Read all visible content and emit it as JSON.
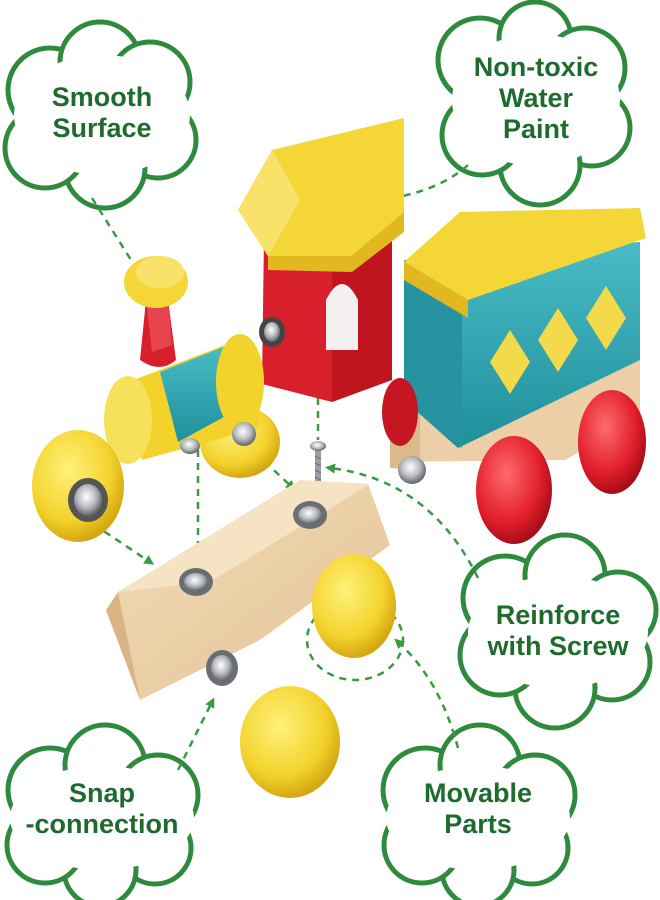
{
  "colors": {
    "callout_border": "#2e8b3e",
    "callout_text": "#1f6b2e",
    "dash_line": "#3a9a3f",
    "wood": "#eccfa6",
    "toy_yellow": "#f6dc3b",
    "toy_red": "#e42a35",
    "toy_teal": "#2aa3b0"
  },
  "callouts": {
    "smooth_surface": {
      "line1": "Smooth",
      "line2": "Surface"
    },
    "non_toxic": {
      "line1": "Non-toxic",
      "line2": "Water",
      "line3": "Paint"
    },
    "reinforce": {
      "line1": "Reinforce",
      "line2": "with Screw"
    },
    "snap": {
      "line1": "Snap",
      "line2": "-connection"
    },
    "movable": {
      "line1": "Movable",
      "line2": "Parts"
    }
  }
}
